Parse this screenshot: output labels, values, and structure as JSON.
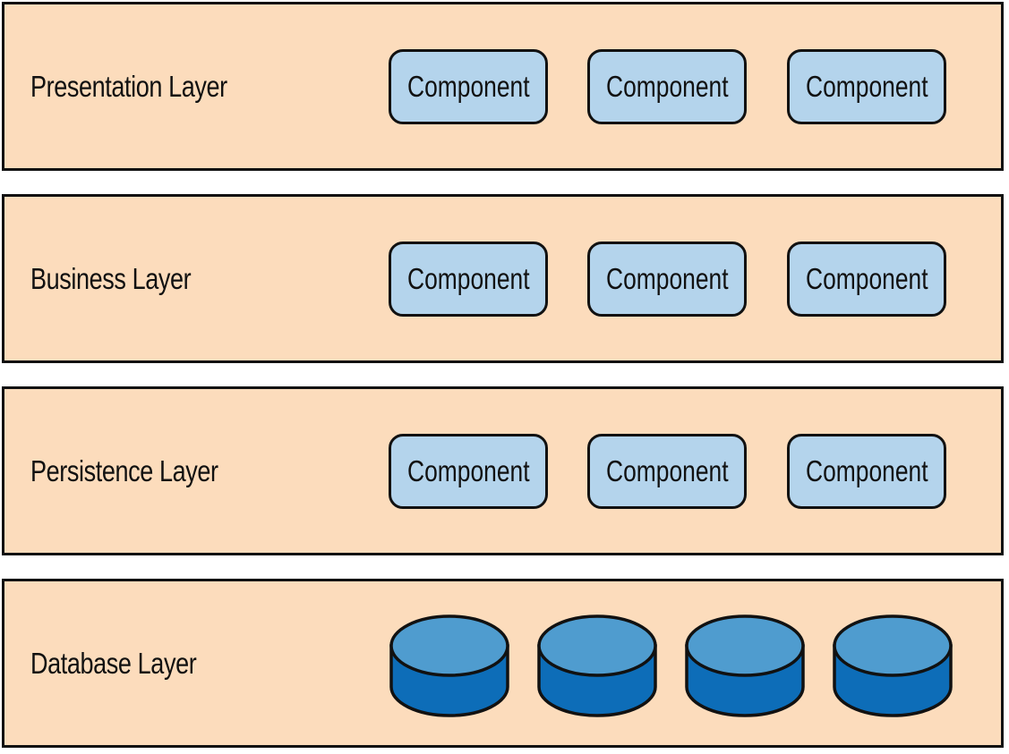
{
  "layers": [
    {
      "label": "Presentation Layer",
      "components": [
        "Component",
        "Component",
        "Component"
      ]
    },
    {
      "label": "Business Layer",
      "components": [
        "Component",
        "Component",
        "Component"
      ]
    },
    {
      "label": "Persistence Layer",
      "components": [
        "Component",
        "Component",
        "Component"
      ]
    },
    {
      "label": "Database Layer",
      "databases": [
        "database-icon",
        "database-icon",
        "database-icon",
        "database-icon"
      ]
    }
  ],
  "colors": {
    "layer_fill": "#fcdcbc",
    "component_fill": "#b4d4ec",
    "database_top": "#4f9ccf",
    "database_body": "#0d6db8",
    "outline": "#111111"
  }
}
